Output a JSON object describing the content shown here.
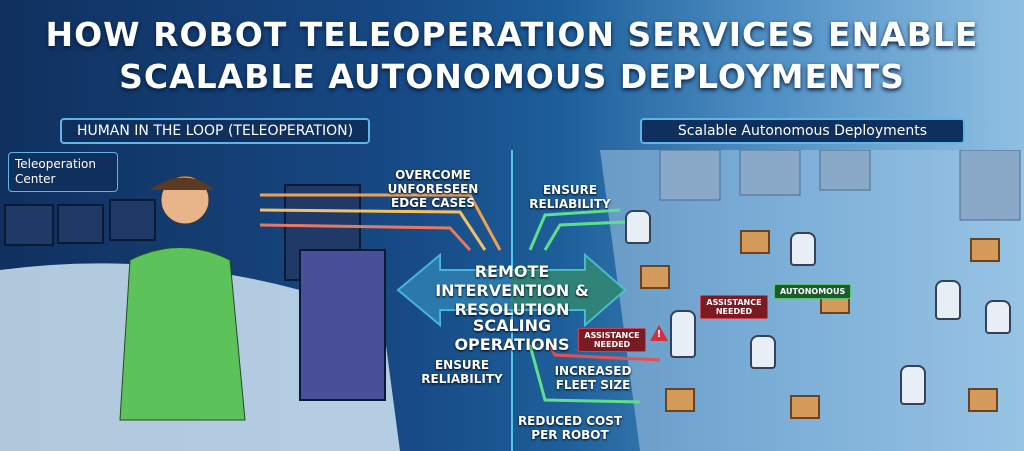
{
  "title": {
    "line1": "HOW ROBOT TELEOPERATION SERVICES ENABLE",
    "line2": "SCALABLE AUTONOMOUS DEPLOYMENTS"
  },
  "left_panel": {
    "label": "HUMAN IN THE LOOP (TELEOPERATION)",
    "sub_label": "Teleoperation Center"
  },
  "right_panel": {
    "label": "Scalable Autonomous Deployments"
  },
  "center": {
    "overcome": "OVERCOME UNFORESEEN EDGE CASES",
    "ensure_top": "ENSURE RELIABILITY",
    "remote": "REMOTE INTERVENTION & RESOLUTION",
    "scaling": "SCALING OPERATIONS",
    "ensure_bottom": "ENSURE RELIABILITY",
    "fleet": "INCREASED FLEET SIZE",
    "cost": "REDUCED COST PER ROBOT"
  },
  "badges": {
    "assist1": "ASSISTANCE NEEDED",
    "assist2": "ASSISTANCE NEEDED",
    "autonomous": "AUTONOMOUS"
  },
  "colors": {
    "arrow_left": "#4fc8e8",
    "arrow_right": "#5ee08a",
    "alert": "#d03040",
    "ok": "#4fc46a"
  }
}
